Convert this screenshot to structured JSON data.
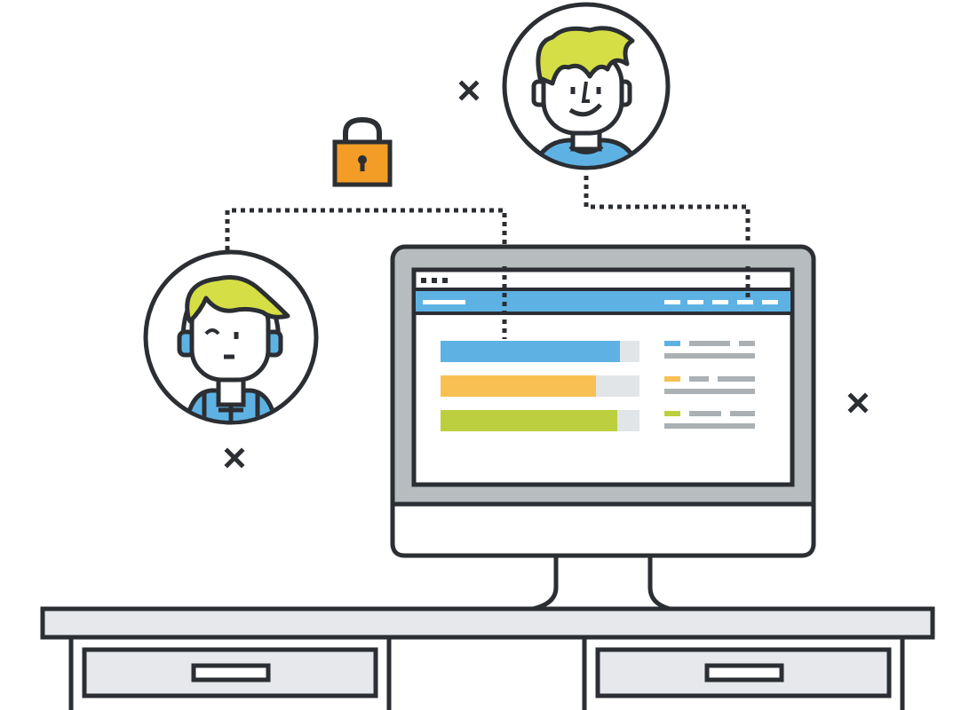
{
  "colors": {
    "outline": "#2b2e33",
    "monitor_frame": "#b7bcbf",
    "desk": "#e6e8eb",
    "header_bar": "#5eb2e3",
    "blue": "#5eb2e3",
    "orange": "#f8c053",
    "green": "#bccf3f",
    "hair": "#d5df45",
    "shirt": "#5eb2e3",
    "lock": "#f39c26",
    "track": "#e2e5e8",
    "meta_gray": "#aab0b3"
  },
  "icons": {
    "lock": "padlock-icon",
    "cross": "close-x-icon",
    "user_left": "woman-with-headset-avatar",
    "user_top": "man-avatar"
  },
  "screen": {
    "bars": [
      {
        "name": "blue",
        "fill": 0.9
      },
      {
        "name": "orange",
        "fill": 0.78
      },
      {
        "name": "green",
        "fill": 0.89
      }
    ]
  }
}
